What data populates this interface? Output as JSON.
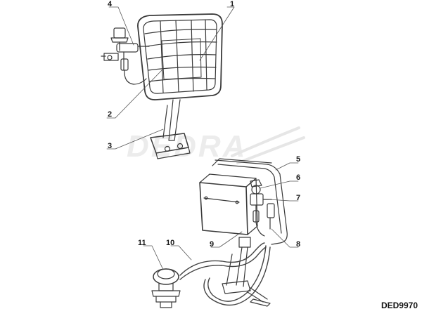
{
  "watermark": {
    "brand": "DEDRA"
  },
  "drawing_code": "DED9970",
  "parts": [
    {
      "number": "1"
    },
    {
      "number": "2"
    },
    {
      "number": "3"
    },
    {
      "number": "4"
    },
    {
      "number": "5"
    },
    {
      "number": "6"
    },
    {
      "number": "7"
    },
    {
      "number": "8"
    },
    {
      "number": "9"
    },
    {
      "number": "10"
    },
    {
      "number": "11"
    }
  ],
  "colors": {
    "line": "#3a3a3a",
    "hose": "#444444",
    "watermark": "#ececec"
  }
}
